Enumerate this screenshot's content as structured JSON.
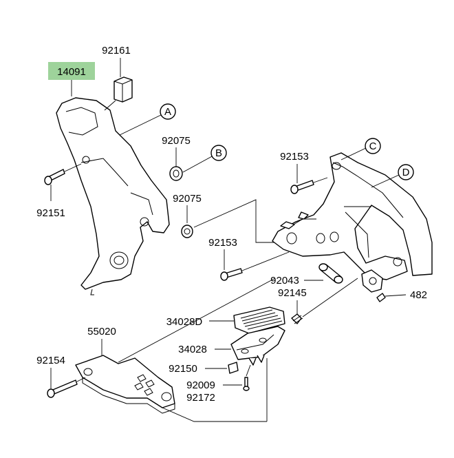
{
  "highlight_color": "#9ed39b",
  "callouts": {
    "p14091": "14091",
    "p92161": "92161",
    "p92075a": "92075",
    "p92075b": "92075",
    "p92151": "92151",
    "p92153a": "92153",
    "p92153b": "92153",
    "p92043": "92043",
    "p92145": "92145",
    "p482": "482",
    "p34028d": "34028D",
    "p34028": "34028",
    "p92150": "92150",
    "p92009": "92009",
    "p92172": "92172",
    "p55020": "55020",
    "p92154": "92154"
  },
  "refs": {
    "a": "A",
    "b": "B",
    "c": "C",
    "d": "D"
  }
}
